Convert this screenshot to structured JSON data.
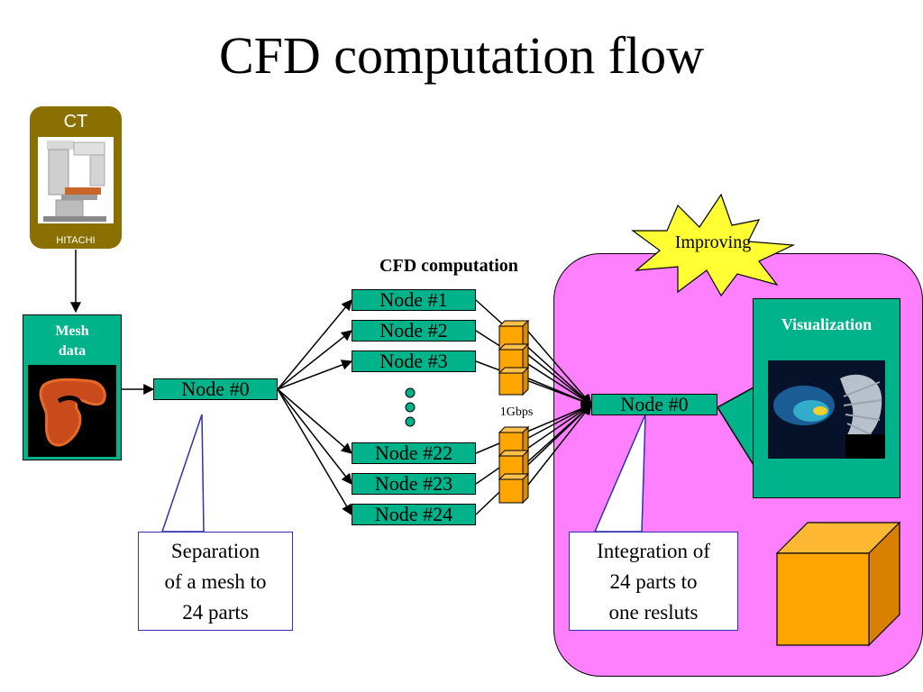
{
  "title": "CFD computation flow",
  "ct": {
    "label": "CT",
    "brand": "HITACHI"
  },
  "mesh": {
    "label_line1": "Mesh",
    "label_line2": "data"
  },
  "node0_left": "Node #0",
  "cfd_label": "CFD computation",
  "nodes_top": [
    "Node #1",
    "Node #2",
    "Node #3"
  ],
  "nodes_bottom": [
    "Node #22",
    "Node #23",
    "Node #24"
  ],
  "link_speed": "1Gbps",
  "node0_right": "Node #0",
  "visualization_label": "Visualization",
  "improving_label": "Improving",
  "callout_left": [
    "Separation",
    "of a mesh to",
    "24 parts"
  ],
  "callout_right": [
    "Integration of",
    "24 parts to",
    "one resluts"
  ],
  "colors": {
    "node_fill": "#00b38a",
    "panel_pink": "#ff80ff",
    "cube_orange": "#ffa500",
    "star_yellow": "#ffff33",
    "ct_gold": "#8a7000"
  }
}
